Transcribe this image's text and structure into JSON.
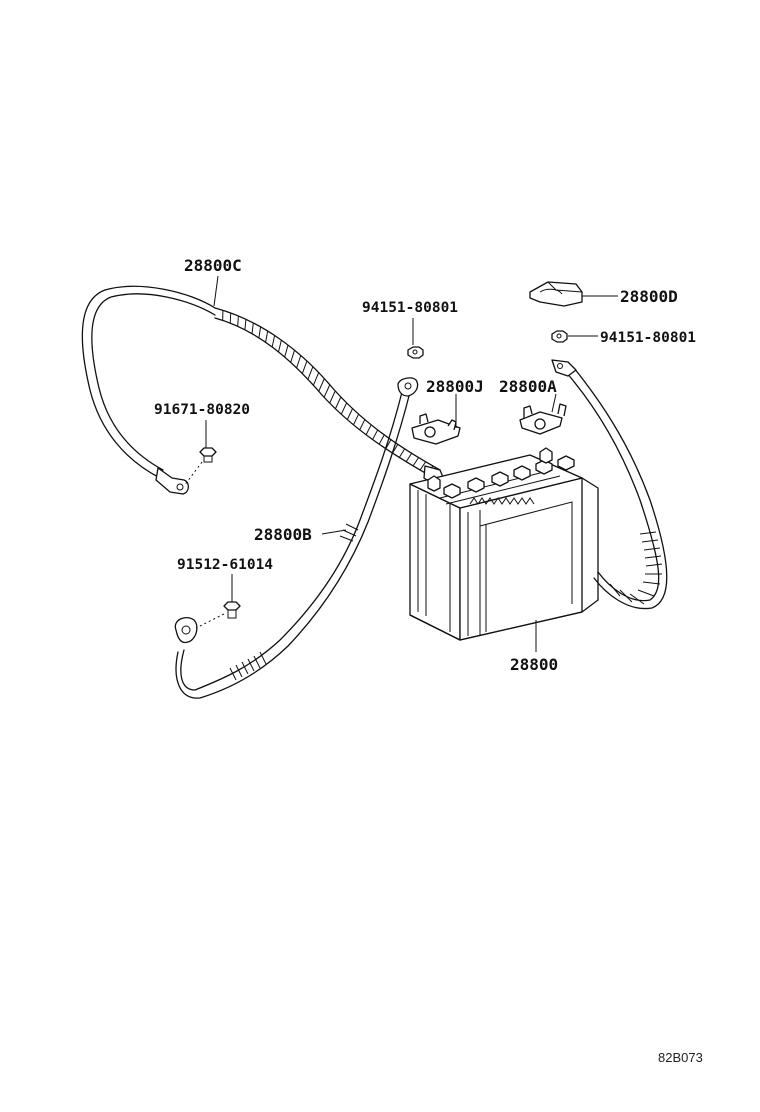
{
  "labels": {
    "cable_c": "28800C",
    "cable_b": "28800B",
    "bracket_d": "28800D",
    "clamp_j": "28800J",
    "clamp_a": "28800A",
    "battery": "28800",
    "nut_top": "94151-80801",
    "nut_right": "94151-80801",
    "bolt_upper": "91671-80820",
    "bolt_lower": "91512-61014"
  },
  "diagram_code": "82B073"
}
